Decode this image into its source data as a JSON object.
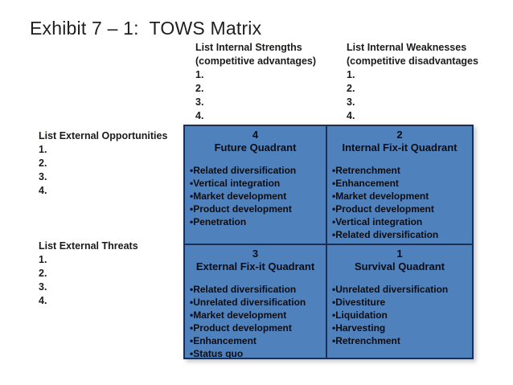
{
  "title": "Exhibit 7 – 1:  TOWS Matrix",
  "bullet_char": "•",
  "colors": {
    "quadrant_fill": "#4f81bd",
    "quadrant_border": "#1c2f52",
    "text": "#1c1b1a"
  },
  "headers": {
    "strengths": {
      "line1": "List Internal Strengths",
      "line2": "(competitive advantages)",
      "items": [
        "1.",
        "2.",
        "3.",
        "4."
      ]
    },
    "weaknesses": {
      "line1": "List Internal Weaknesses",
      "line2": "(competitive disadvantages",
      "items": [
        "1.",
        "2.",
        "3.",
        "4."
      ]
    }
  },
  "row_labels": {
    "opportunities": {
      "title": "List External Opportunities",
      "items": [
        "1.",
        "2.",
        "3.",
        "4."
      ]
    },
    "threats": {
      "title": "List External Threats",
      "items": [
        "1.",
        "2.",
        "3.",
        "4."
      ]
    }
  },
  "quadrants": [
    {
      "number": "4",
      "name": "Future Quadrant",
      "strategies": [
        "Related diversification",
        "Vertical integration",
        "Market development",
        "Product development",
        "Penetration"
      ]
    },
    {
      "number": "2",
      "name": "Internal Fix-it Quadrant",
      "strategies": [
        "Retrenchment",
        "Enhancement",
        "Market development",
        "Product development",
        "Vertical integration",
        "Related diversification"
      ]
    },
    {
      "number": "3",
      "name": "External Fix-it Quadrant",
      "strategies": [
        "Related diversification",
        "Unrelated diversification",
        "Market development",
        "Product development",
        "Enhancement",
        "Status quo"
      ]
    },
    {
      "number": "1",
      "name": "Survival Quadrant",
      "strategies": [
        "Unrelated diversification",
        "Divestiture",
        "Liquidation",
        "Harvesting",
        "Retrenchment"
      ]
    }
  ]
}
